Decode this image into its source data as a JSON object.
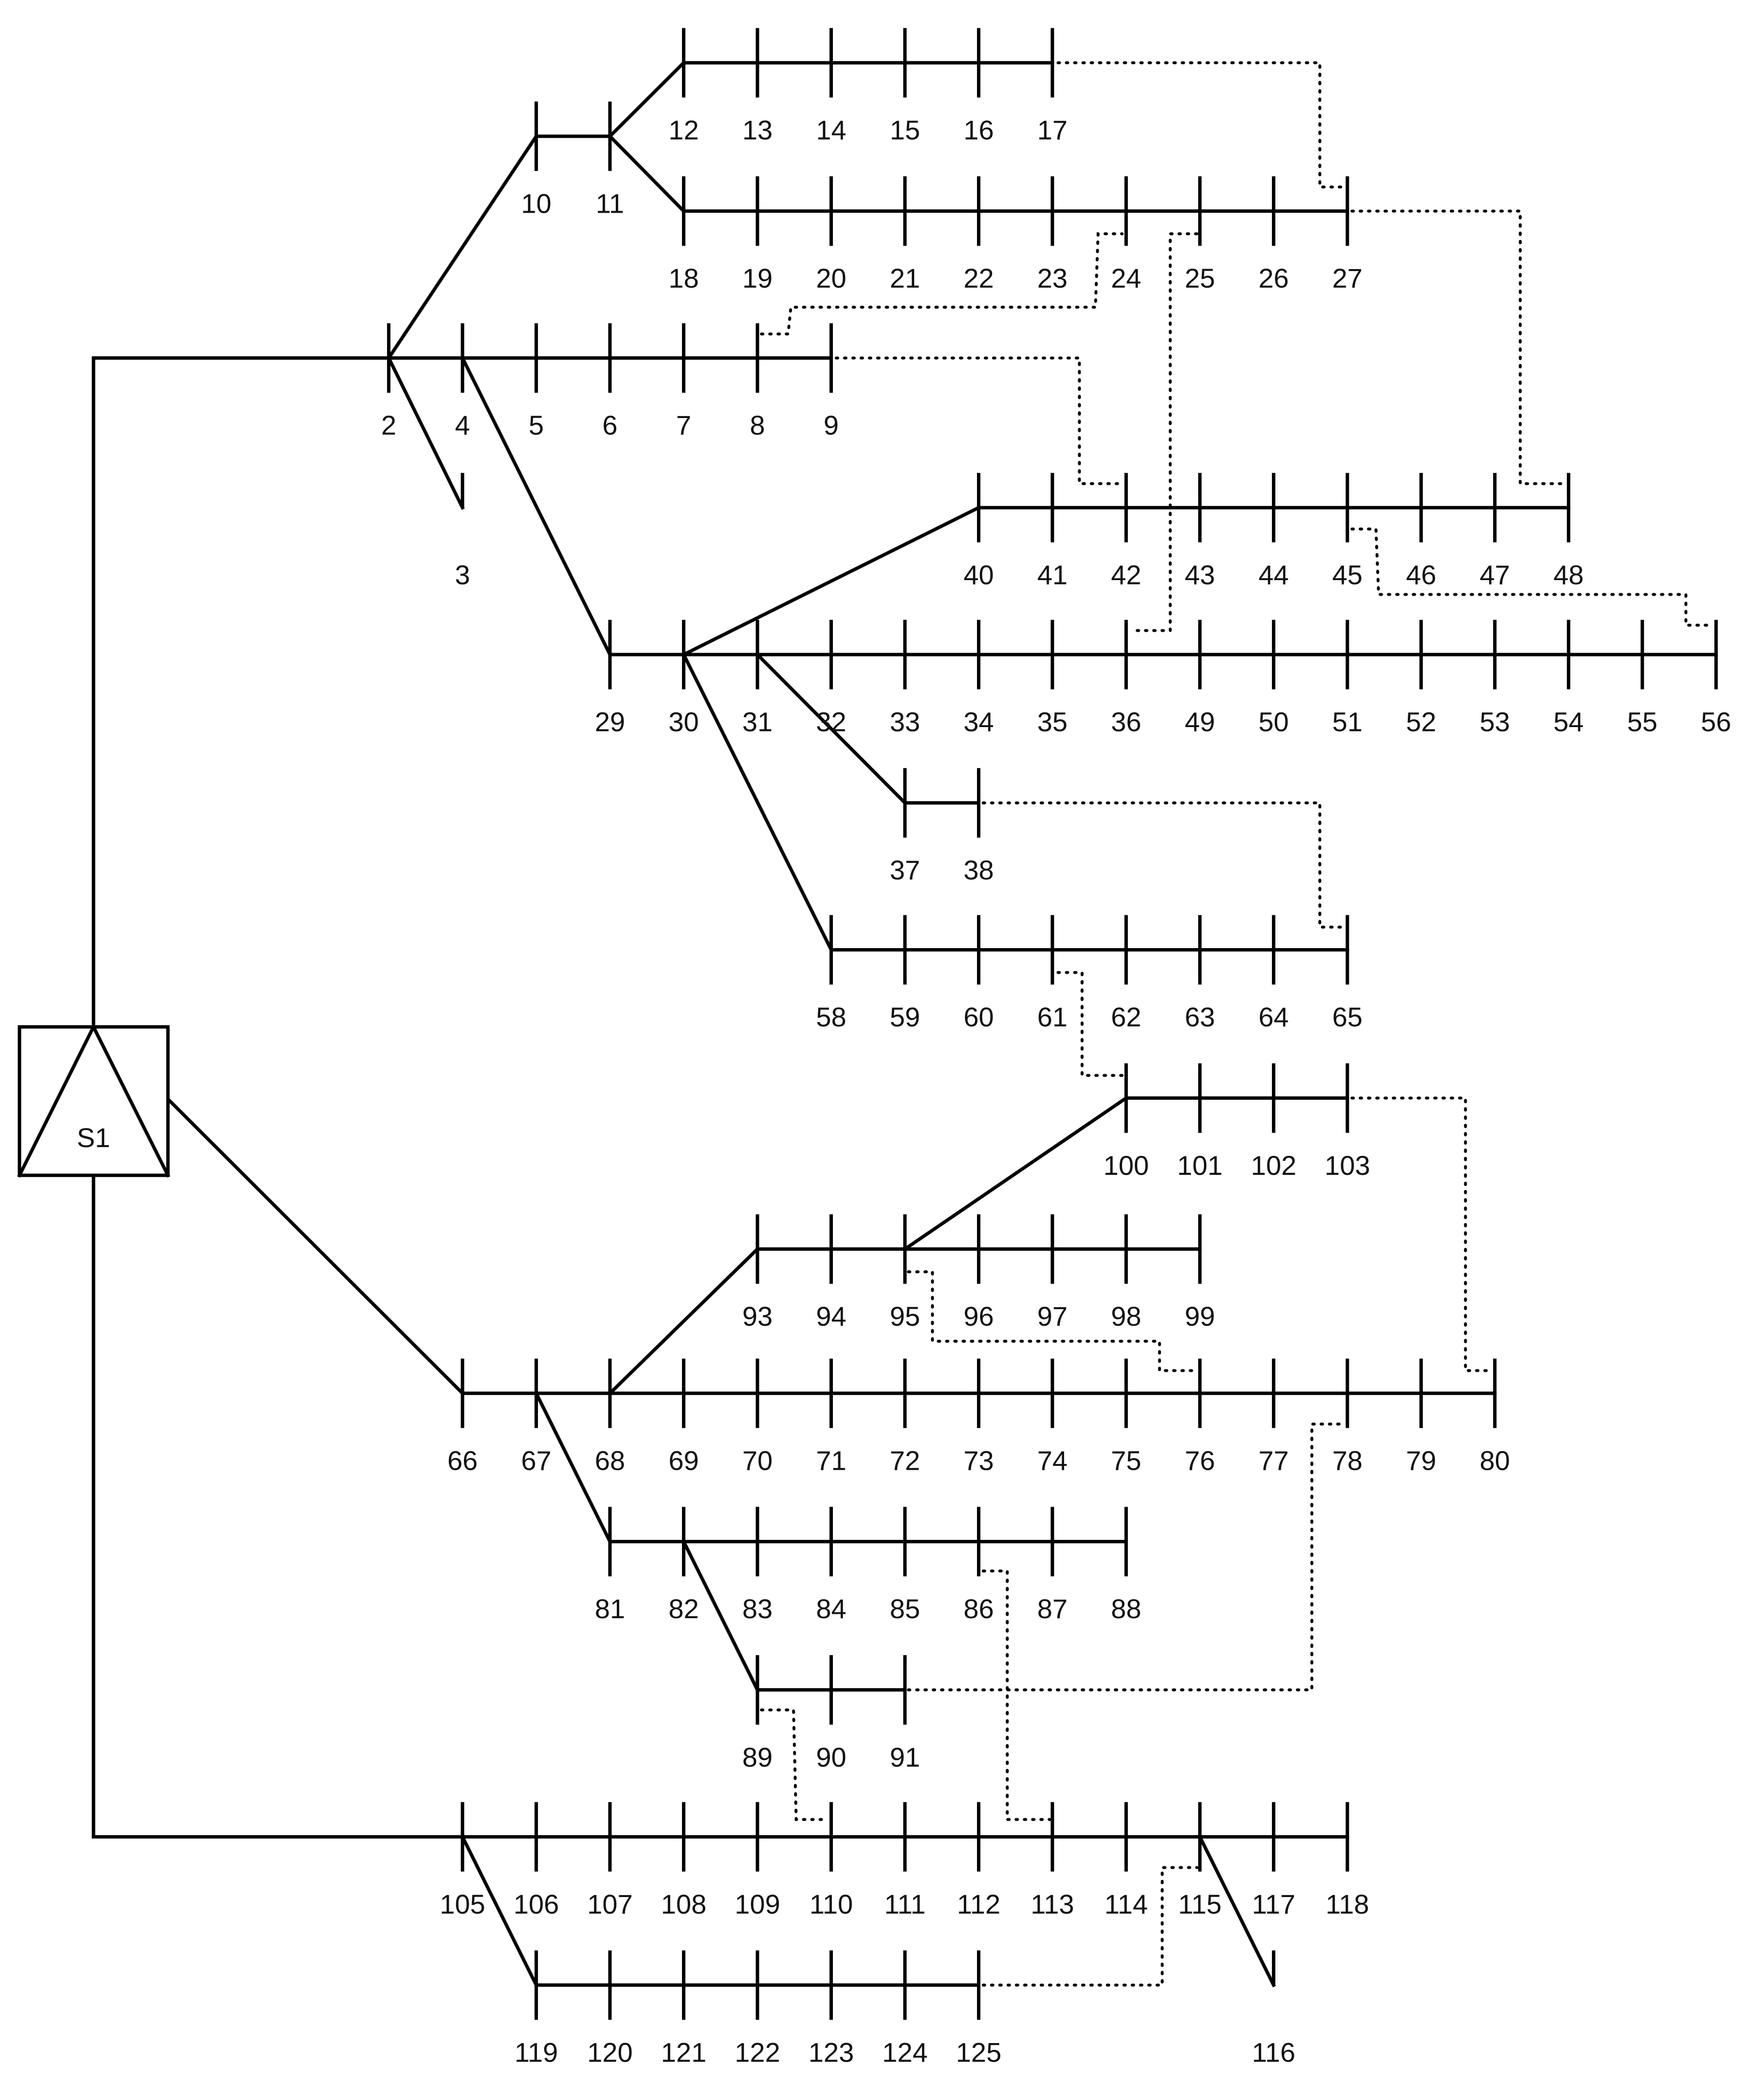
{
  "substation": {
    "label": "S1"
  },
  "colors": {
    "line": "#000000",
    "text": "#111111",
    "background": "#ffffff"
  },
  "bus_labels": [
    "2",
    "3",
    "4",
    "5",
    "6",
    "7",
    "8",
    "9",
    "10",
    "11",
    "12",
    "13",
    "14",
    "15",
    "16",
    "17",
    "18",
    "19",
    "20",
    "21",
    "22",
    "23",
    "24",
    "25",
    "26",
    "27",
    "29",
    "30",
    "31",
    "32",
    "33",
    "34",
    "35",
    "36",
    "37",
    "38",
    "40",
    "41",
    "42",
    "43",
    "44",
    "45",
    "46",
    "47",
    "48",
    "49",
    "50",
    "51",
    "52",
    "53",
    "54",
    "55",
    "56",
    "58",
    "59",
    "60",
    "61",
    "62",
    "63",
    "64",
    "65",
    "66",
    "67",
    "68",
    "69",
    "70",
    "71",
    "72",
    "73",
    "74",
    "75",
    "76",
    "77",
    "78",
    "79",
    "80",
    "81",
    "82",
    "83",
    "84",
    "85",
    "86",
    "87",
    "88",
    "89",
    "90",
    "91",
    "93",
    "94",
    "95",
    "96",
    "97",
    "98",
    "99",
    "100",
    "101",
    "102",
    "103",
    "105",
    "106",
    "107",
    "108",
    "109",
    "110",
    "111",
    "112",
    "113",
    "114",
    "115",
    "116",
    "117",
    "118",
    "119",
    "120",
    "121",
    "122",
    "123",
    "124",
    "125"
  ],
  "feeders": [
    [
      "S1",
      "2"
    ],
    [
      "2",
      "4"
    ],
    [
      "4",
      "5"
    ],
    [
      "5",
      "6"
    ],
    [
      "6",
      "7"
    ],
    [
      "7",
      "8"
    ],
    [
      "8",
      "9"
    ],
    [
      "2",
      "3"
    ],
    [
      "2",
      "10"
    ],
    [
      "10",
      "11"
    ],
    [
      "11",
      "12"
    ],
    [
      "12",
      "13"
    ],
    [
      "13",
      "14"
    ],
    [
      "14",
      "15"
    ],
    [
      "15",
      "16"
    ],
    [
      "16",
      "17"
    ],
    [
      "11",
      "18"
    ],
    [
      "18",
      "19"
    ],
    [
      "19",
      "20"
    ],
    [
      "20",
      "21"
    ],
    [
      "21",
      "22"
    ],
    [
      "22",
      "23"
    ],
    [
      "23",
      "24"
    ],
    [
      "24",
      "25"
    ],
    [
      "25",
      "26"
    ],
    [
      "26",
      "27"
    ],
    [
      "4",
      "29"
    ],
    [
      "29",
      "30"
    ],
    [
      "30",
      "31"
    ],
    [
      "31",
      "32"
    ],
    [
      "32",
      "33"
    ],
    [
      "33",
      "34"
    ],
    [
      "34",
      "35"
    ],
    [
      "35",
      "36"
    ],
    [
      "36",
      "49"
    ],
    [
      "49",
      "50"
    ],
    [
      "50",
      "51"
    ],
    [
      "51",
      "52"
    ],
    [
      "52",
      "53"
    ],
    [
      "53",
      "54"
    ],
    [
      "54",
      "55"
    ],
    [
      "55",
      "56"
    ],
    [
      "30",
      "40"
    ],
    [
      "40",
      "41"
    ],
    [
      "41",
      "42"
    ],
    [
      "42",
      "43"
    ],
    [
      "43",
      "44"
    ],
    [
      "44",
      "45"
    ],
    [
      "45",
      "46"
    ],
    [
      "46",
      "47"
    ],
    [
      "47",
      "48"
    ],
    [
      "31",
      "37"
    ],
    [
      "37",
      "38"
    ],
    [
      "30",
      "58"
    ],
    [
      "58",
      "59"
    ],
    [
      "59",
      "60"
    ],
    [
      "60",
      "61"
    ],
    [
      "61",
      "62"
    ],
    [
      "62",
      "63"
    ],
    [
      "63",
      "64"
    ],
    [
      "64",
      "65"
    ],
    [
      "S1",
      "66"
    ],
    [
      "66",
      "67"
    ],
    [
      "67",
      "68"
    ],
    [
      "68",
      "69"
    ],
    [
      "69",
      "70"
    ],
    [
      "70",
      "71"
    ],
    [
      "71",
      "72"
    ],
    [
      "72",
      "73"
    ],
    [
      "73",
      "74"
    ],
    [
      "74",
      "75"
    ],
    [
      "75",
      "76"
    ],
    [
      "76",
      "77"
    ],
    [
      "77",
      "78"
    ],
    [
      "78",
      "79"
    ],
    [
      "79",
      "80"
    ],
    [
      "68",
      "93"
    ],
    [
      "93",
      "94"
    ],
    [
      "94",
      "95"
    ],
    [
      "95",
      "96"
    ],
    [
      "96",
      "97"
    ],
    [
      "97",
      "98"
    ],
    [
      "98",
      "99"
    ],
    [
      "95",
      "100"
    ],
    [
      "100",
      "101"
    ],
    [
      "101",
      "102"
    ],
    [
      "102",
      "103"
    ],
    [
      "67",
      "81"
    ],
    [
      "81",
      "82"
    ],
    [
      "82",
      "83"
    ],
    [
      "83",
      "84"
    ],
    [
      "84",
      "85"
    ],
    [
      "85",
      "86"
    ],
    [
      "86",
      "87"
    ],
    [
      "87",
      "88"
    ],
    [
      "82",
      "89"
    ],
    [
      "89",
      "90"
    ],
    [
      "90",
      "91"
    ],
    [
      "S1",
      "105"
    ],
    [
      "105",
      "106"
    ],
    [
      "106",
      "107"
    ],
    [
      "107",
      "108"
    ],
    [
      "108",
      "109"
    ],
    [
      "109",
      "110"
    ],
    [
      "110",
      "111"
    ],
    [
      "111",
      "112"
    ],
    [
      "112",
      "113"
    ],
    [
      "113",
      "114"
    ],
    [
      "114",
      "115"
    ],
    [
      "115",
      "117"
    ],
    [
      "117",
      "118"
    ],
    [
      "115",
      "116"
    ],
    [
      "105",
      "119"
    ],
    [
      "119",
      "120"
    ],
    [
      "120",
      "121"
    ],
    [
      "121",
      "122"
    ],
    [
      "122",
      "123"
    ],
    [
      "123",
      "124"
    ],
    [
      "124",
      "125"
    ]
  ],
  "tie_switches": [
    [
      "17",
      "27"
    ],
    [
      "8",
      "24"
    ],
    [
      "9",
      "42"
    ],
    [
      "25",
      "36"
    ],
    [
      "27",
      "48"
    ],
    [
      "45",
      "56"
    ],
    [
      "38",
      "65"
    ],
    [
      "61",
      "100"
    ],
    [
      "103",
      "80"
    ],
    [
      "95",
      "76"
    ],
    [
      "91",
      "78"
    ],
    [
      "86",
      "113"
    ],
    [
      "89",
      "110"
    ],
    [
      "125",
      "115"
    ]
  ]
}
